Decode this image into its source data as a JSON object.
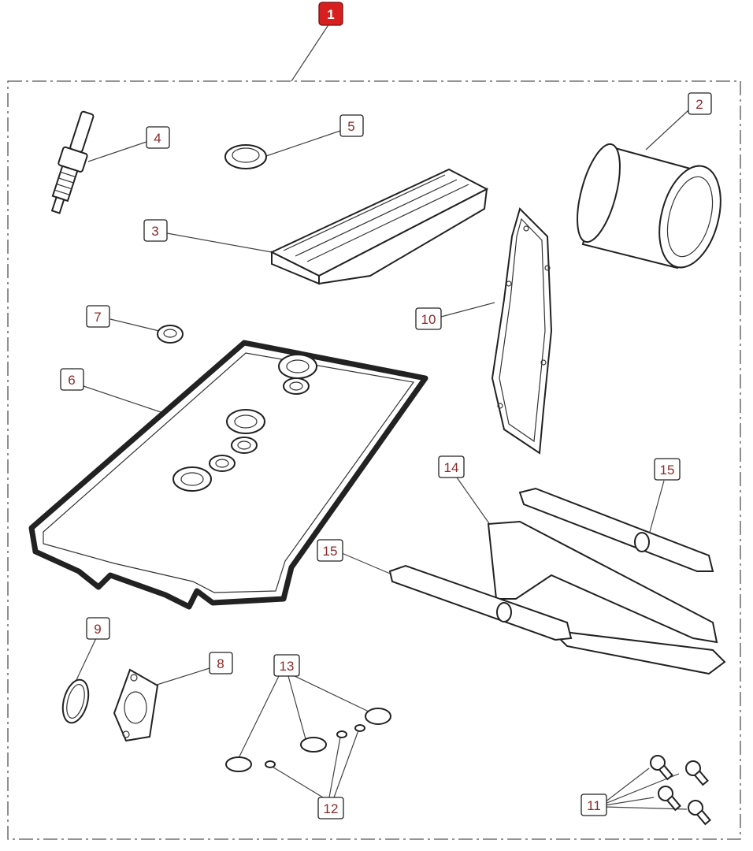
{
  "diagram": {
    "kit_label": "1",
    "callouts": {
      "oil_filter": "2",
      "air_filter": "3",
      "spark_plug": "4",
      "sealing_washer": "5",
      "cam_cover_gasket": "6",
      "oil_seal": "7",
      "small_gasket": "8",
      "o_ring_9": "9",
      "cover_gasket_10": "10",
      "bolts": "11",
      "small_o_rings": "12",
      "o_rings": "13",
      "chain_guide": "14",
      "tensioner_blade_upper": "15",
      "tensioner_blade_lower": "15"
    },
    "colors": {
      "kit_badge": "#d81f1f",
      "label_text": "#8b2a2a"
    }
  }
}
